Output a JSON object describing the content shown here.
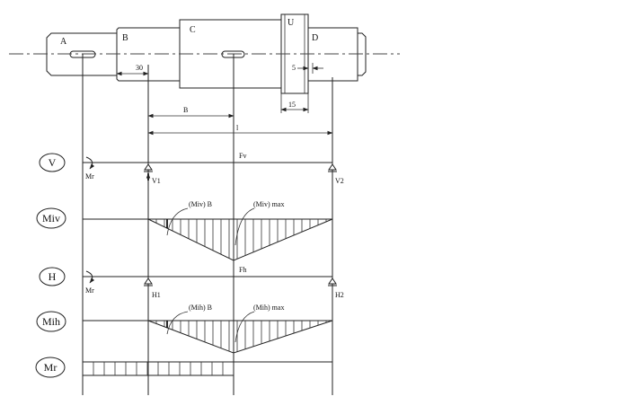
{
  "shaft": {
    "sections": {
      "a": "A",
      "b": "B",
      "c": "C",
      "u": "U",
      "d": "D"
    }
  },
  "dimensions": {
    "d30": "30",
    "d5": "5",
    "d15": "15",
    "b": "B",
    "l": "l"
  },
  "rows": {
    "v": {
      "label": "V",
      "moment": "Mr",
      "support_left": "V1",
      "support_right": "V2",
      "force": "Fv"
    },
    "miv": {
      "label": "Miv",
      "at_b": "(Miv) B",
      "max": "(Miv) max"
    },
    "h": {
      "label": "H",
      "moment": "Mr",
      "support_left": "H1",
      "support_right": "H2",
      "force": "Fh"
    },
    "mih": {
      "label": "Mih",
      "at_b": "(Mih) B",
      "max": "(Mih) max"
    },
    "mr": {
      "label": "Mr"
    }
  }
}
